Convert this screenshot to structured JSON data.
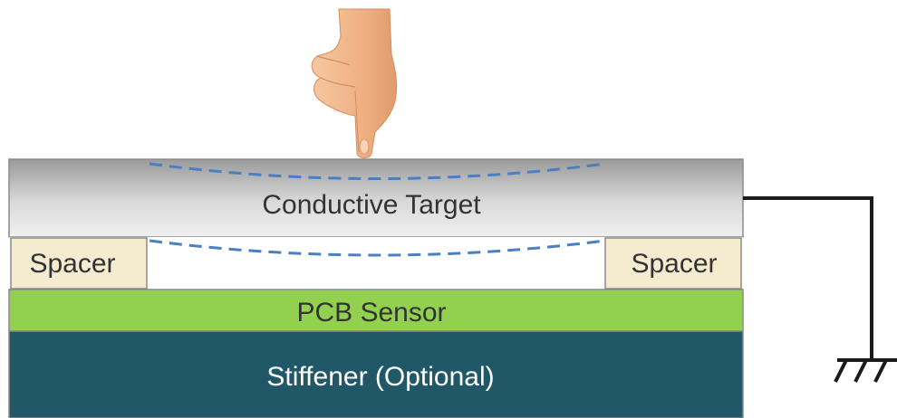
{
  "diagram": {
    "layers": {
      "conductive_target": "Conductive Target",
      "spacer_left": "Spacer",
      "spacer_right": "Spacer",
      "pcb_sensor": "PCB Sensor",
      "stiffener": "Stiffener (Optional)"
    },
    "colors": {
      "conductive_target_top": "#a6a6a6",
      "conductive_target_bottom": "#f2f2f2",
      "spacer_fill": "#f5ecd0",
      "pcb_sensor": "#92d050",
      "stiffener": "#215868",
      "dashed_deflection": "#4a7fc1",
      "ground_wire": "#1a1a1a",
      "finger_skin": "#f2b98a"
    },
    "icons": {
      "finger": "pointing-finger-icon",
      "ground": "ground-symbol-icon"
    }
  }
}
